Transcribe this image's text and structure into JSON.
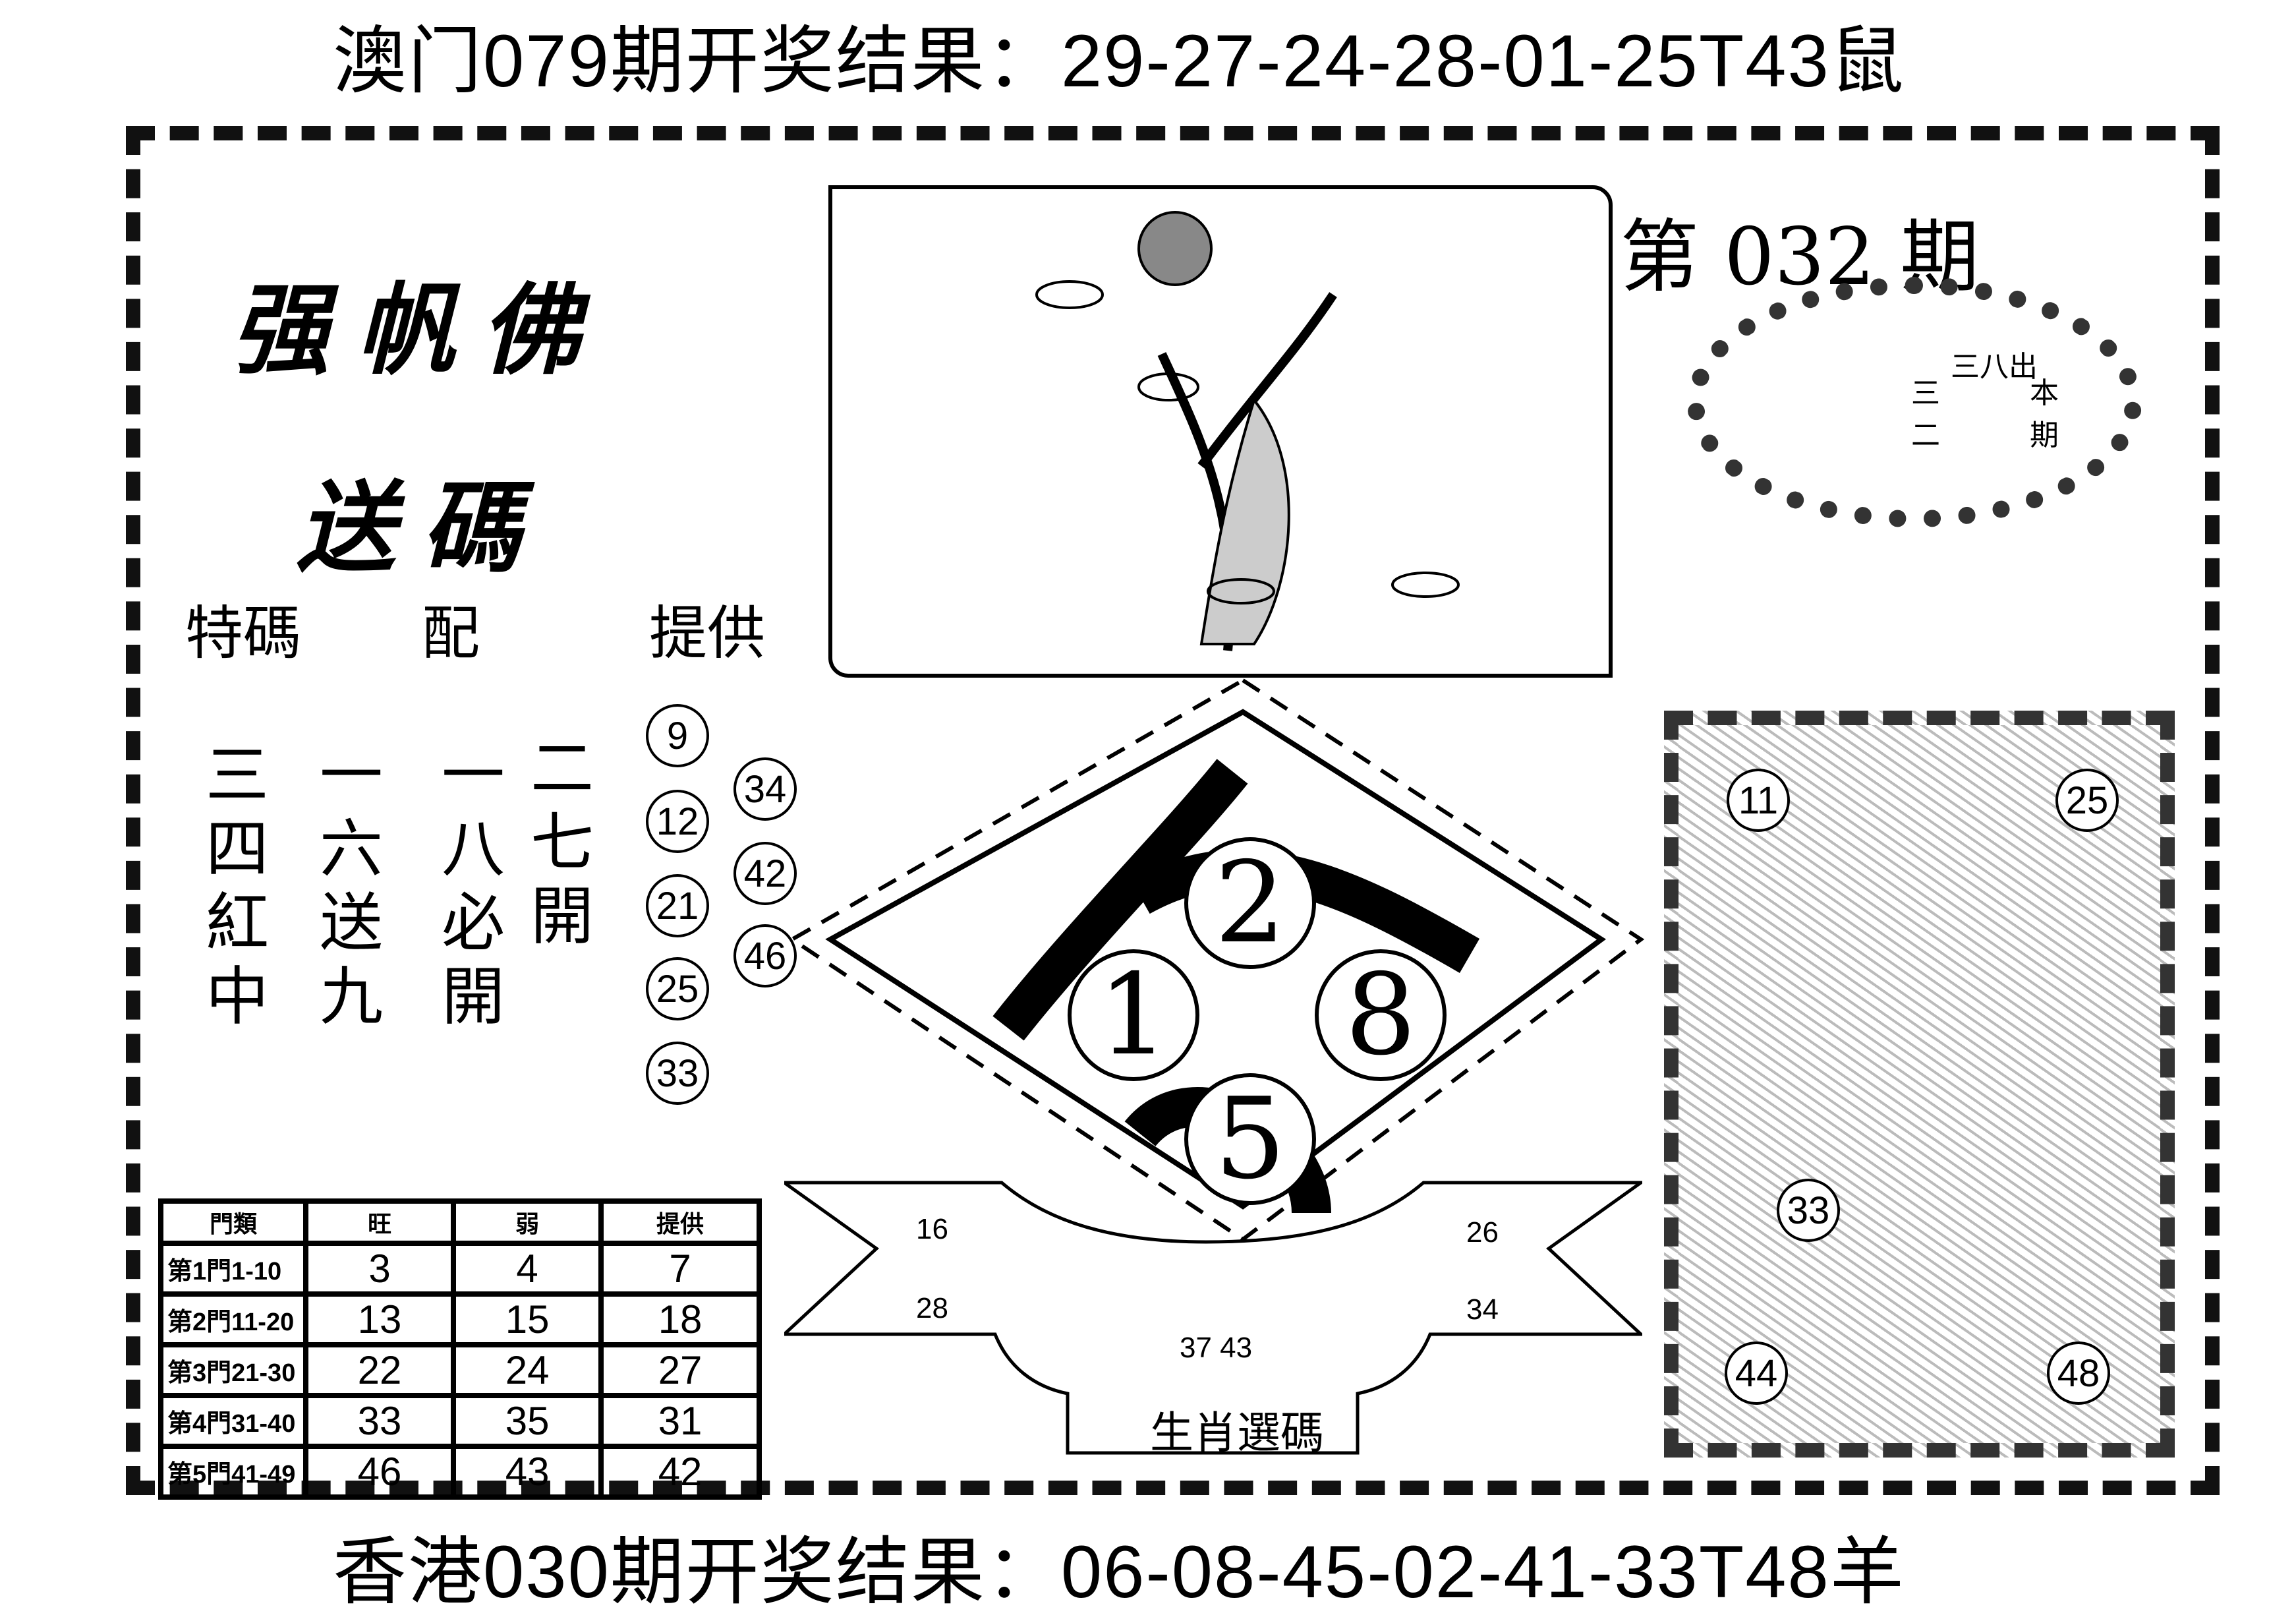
{
  "header": {
    "macau_result": "澳门079期开奖结果：29-27-24-28-01-25T43鼠"
  },
  "footer": {
    "hk_result": "香港030期开奖结果：06-08-45-02-41-33T48羊"
  },
  "panel": {
    "title_line1": "强帆佛",
    "title_line2": "送碼",
    "labels": [
      "特碼",
      "配",
      "提供"
    ],
    "issue": "第 032 期"
  },
  "hints": {
    "columns": [
      "三四紅中",
      "一六送九",
      "一八必開",
      "二七開"
    ]
  },
  "circled": {
    "col1": [
      "9",
      "12",
      "21",
      "25",
      "33"
    ],
    "col2": [
      "34",
      "42",
      "46"
    ]
  },
  "diamond": {
    "numbers": [
      "1",
      "2",
      "8",
      "5"
    ]
  },
  "beads": {
    "text": [
      "三八出",
      "本期",
      "三二"
    ]
  },
  "banner": {
    "left": [
      "16",
      "28"
    ],
    "right": [
      "26",
      "34"
    ],
    "center": "37 43",
    "label": "生肖選碼"
  },
  "portrait": {
    "numbers": [
      "11",
      "25",
      "33",
      "44",
      "48"
    ]
  },
  "table": {
    "headers": [
      "門類",
      "旺",
      "弱",
      "提供"
    ],
    "rows": [
      [
        "第1門1-10",
        "3",
        "4",
        "7"
      ],
      [
        "第2門11-20",
        "13",
        "15",
        "18"
      ],
      [
        "第3門21-30",
        "22",
        "24",
        "27"
      ],
      [
        "第4門31-40",
        "33",
        "35",
        "31"
      ],
      [
        "第5門41-49",
        "46",
        "43",
        "42"
      ]
    ]
  }
}
